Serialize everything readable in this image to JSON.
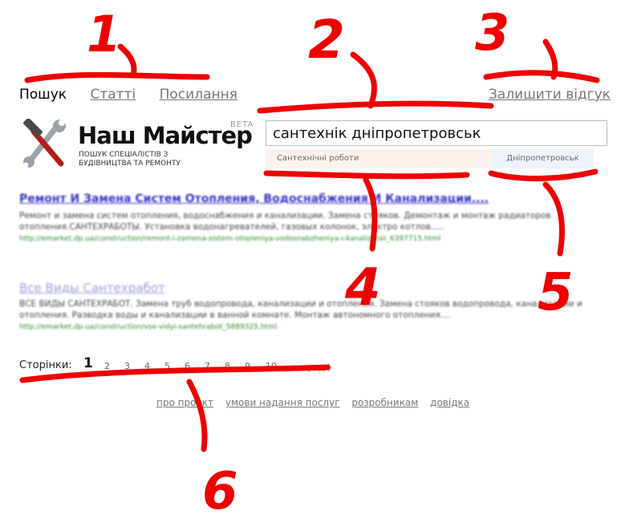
{
  "nav": {
    "items": [
      {
        "label": "Пошук"
      },
      {
        "label": "Статті"
      },
      {
        "label": "Посилання"
      }
    ],
    "feedback_label": "Залишити відгук"
  },
  "logo": {
    "title": "Наш Майстер",
    "beta": "BETA",
    "subtitle": "ПОШУК СПЕЦІАЛІСТІВ З БУДІВНИЦТВА ТА РЕМОНТУ"
  },
  "search": {
    "value": "сантехнік дніпропетровськ",
    "category": "Сантехнічні роботи",
    "city": "Дніпропетровськ"
  },
  "results": [
    {
      "title": "Ремонт И Замена Систем Отопления, Водоснабжения И Канализации....",
      "snippet": "Ремонт и замена систем отопления, водоснабжения и канализации. Замена стояков. Демонтаж и монтаж радиаторов отопления.САНТЕХРАБОТЫ. Установка водонагревателей, газовых колонок, электро котлов.....",
      "url": "http://emarket.dp.ua/construction/remont-i-zamena-sistem-otopleniya-vodosnabzheniya-i-kanalizatsii_6397715.html"
    },
    {
      "title": "Все Виды Сантехработ",
      "snippet": "ВСЕ ВИДЫ САНТЕХРАБОТ. Замена труб водопровода, канализации и отопления. Замена стояков водопровода, канализации и отопления. Разводка воды и канализации в ванной комнате. Монтаж автономного отопления....",
      "url": "http://emarket.dp.ua/construction/vse-vidyi-santehrabot_5889325.html"
    }
  ],
  "pagination": {
    "label": "Сторінки:",
    "current": "1",
    "pages": [
      "2",
      "3",
      "4",
      "5",
      "6",
      "7",
      "8",
      "9",
      "10"
    ],
    "next": "вперед 〉"
  },
  "footer": {
    "links": [
      "про проект",
      "умови надання послуг",
      "розробникам",
      "довідка"
    ]
  },
  "annotations": [
    "1",
    "2",
    "3",
    "4",
    "5",
    "6"
  ],
  "colors": {
    "annotation": "#ee0000",
    "link": "#777777",
    "result_title": "#3536c9",
    "result_url": "#2a8a2a"
  }
}
